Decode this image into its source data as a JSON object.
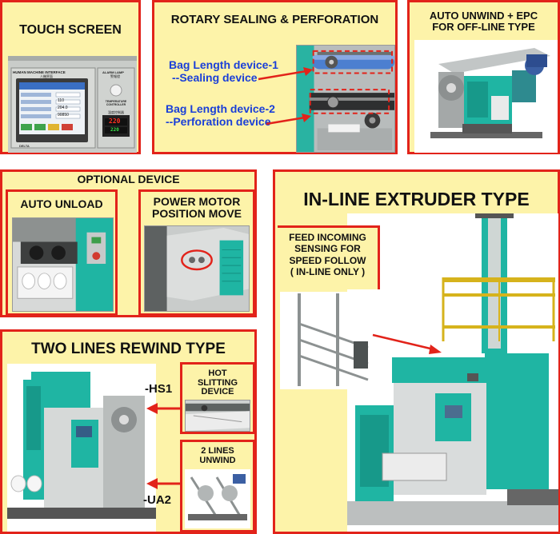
{
  "panels": {
    "touch_screen": {
      "title": "TOUCH SCREEN"
    },
    "rotary": {
      "title": "ROTARY SEALING & PERFORATION",
      "label1_line1": "Bag Length device-1",
      "label1_line2": "--Sealing device",
      "label2_line1": "Bag Length device-2",
      "label2_line2": "--Perforation device"
    },
    "auto_unwind": {
      "title_line1": "AUTO UNWIND + EPC",
      "title_line2": "FOR OFF-LINE TYPE"
    },
    "optional": {
      "title": "OPTIONAL DEVICE",
      "auto_unload": "AUTO UNLOAD",
      "power_line1": "POWER MOTOR",
      "power_line2": "POSITION MOVE"
    },
    "inline": {
      "title": "IN-LINE EXTRUDER TYPE",
      "feed_line1": "FEED INCOMING",
      "feed_line2": "SENSING FOR",
      "feed_line3": "SPEED FOLLOW",
      "feed_line4": "( IN-LINE ONLY )"
    },
    "two_lines": {
      "title": "TWO LINES REWIND TYPE",
      "hs1_code": "-HS1",
      "hs1_line1": "HOT",
      "hs1_line2": "SLITTING",
      "hs1_line3": "DEVICE",
      "ua2_code": "-UA2",
      "ua2_line1": "2 LINES",
      "ua2_line2": "UNWIND"
    }
  },
  "hmi": {
    "header": "HUMAN MACHINE INTERFACE",
    "header_cn": "人機界面",
    "alarm": "ALARM LAMP",
    "alarm_cn": "警報燈",
    "temp": "TEMPERATURE CONTROLLER",
    "temp_cn": "溫度控制器",
    "temp_value": "220",
    "temp_set": "220",
    "value1": "110",
    "value2": "204.0",
    "value3": "90850",
    "brand": "DELTA"
  },
  "colors": {
    "panel_bg": "#fdf3a9",
    "border": "#e2231a",
    "label_blue": "#1a3fd8",
    "machine_teal": "#1fb5a3"
  }
}
